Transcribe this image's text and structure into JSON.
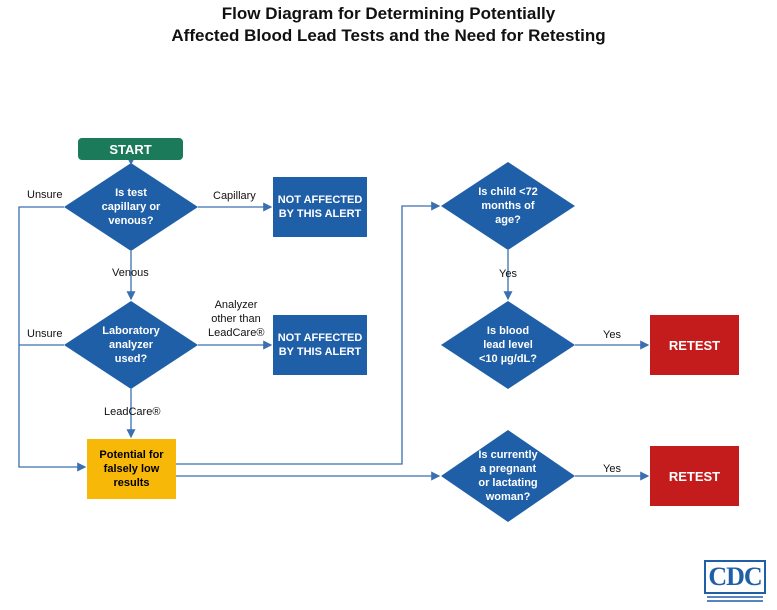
{
  "title": {
    "line1": "Flow Diagram for Determining Potentially",
    "line2": "Affected Blood Lead Tests and the Need for Retesting"
  },
  "nodes": {
    "start": "START",
    "d1": [
      "Is test",
      "capillary or",
      "venous?"
    ],
    "d2": [
      "Laboratory",
      "analyzer",
      "used?"
    ],
    "na1": "NOT AFFECTED BY THIS ALERT",
    "na2": "NOT AFFECTED BY THIS ALERT",
    "potential": "Potential for falsely low results",
    "d3": [
      "Is child <72",
      "months of",
      "age?"
    ],
    "d4": [
      "Is blood",
      "lead level",
      "<10 µg/dL?"
    ],
    "d5": [
      "Is currently",
      "a pregnant",
      "or lactating",
      "woman?"
    ],
    "retest1": "RETEST",
    "retest2": "RETEST"
  },
  "edge_labels": {
    "unsure1": "Unsure",
    "capillary": "Capillary",
    "venous": "Venous",
    "unsure2": "Unsure",
    "analyzer_other": [
      "Analyzer",
      "other than",
      "LeadCare®"
    ],
    "leadcare": "LeadCare®",
    "yes1": "Yes",
    "yes2": "Yes",
    "yes3": "Yes"
  },
  "colors": {
    "start": "#1b7a5a",
    "blue": "#1f5fa8",
    "yellow": "#f8b808",
    "red": "#c41c1c",
    "arrow": "#3a6fb0"
  },
  "logo": {
    "name": "cdc-logo",
    "text": "CDC"
  }
}
